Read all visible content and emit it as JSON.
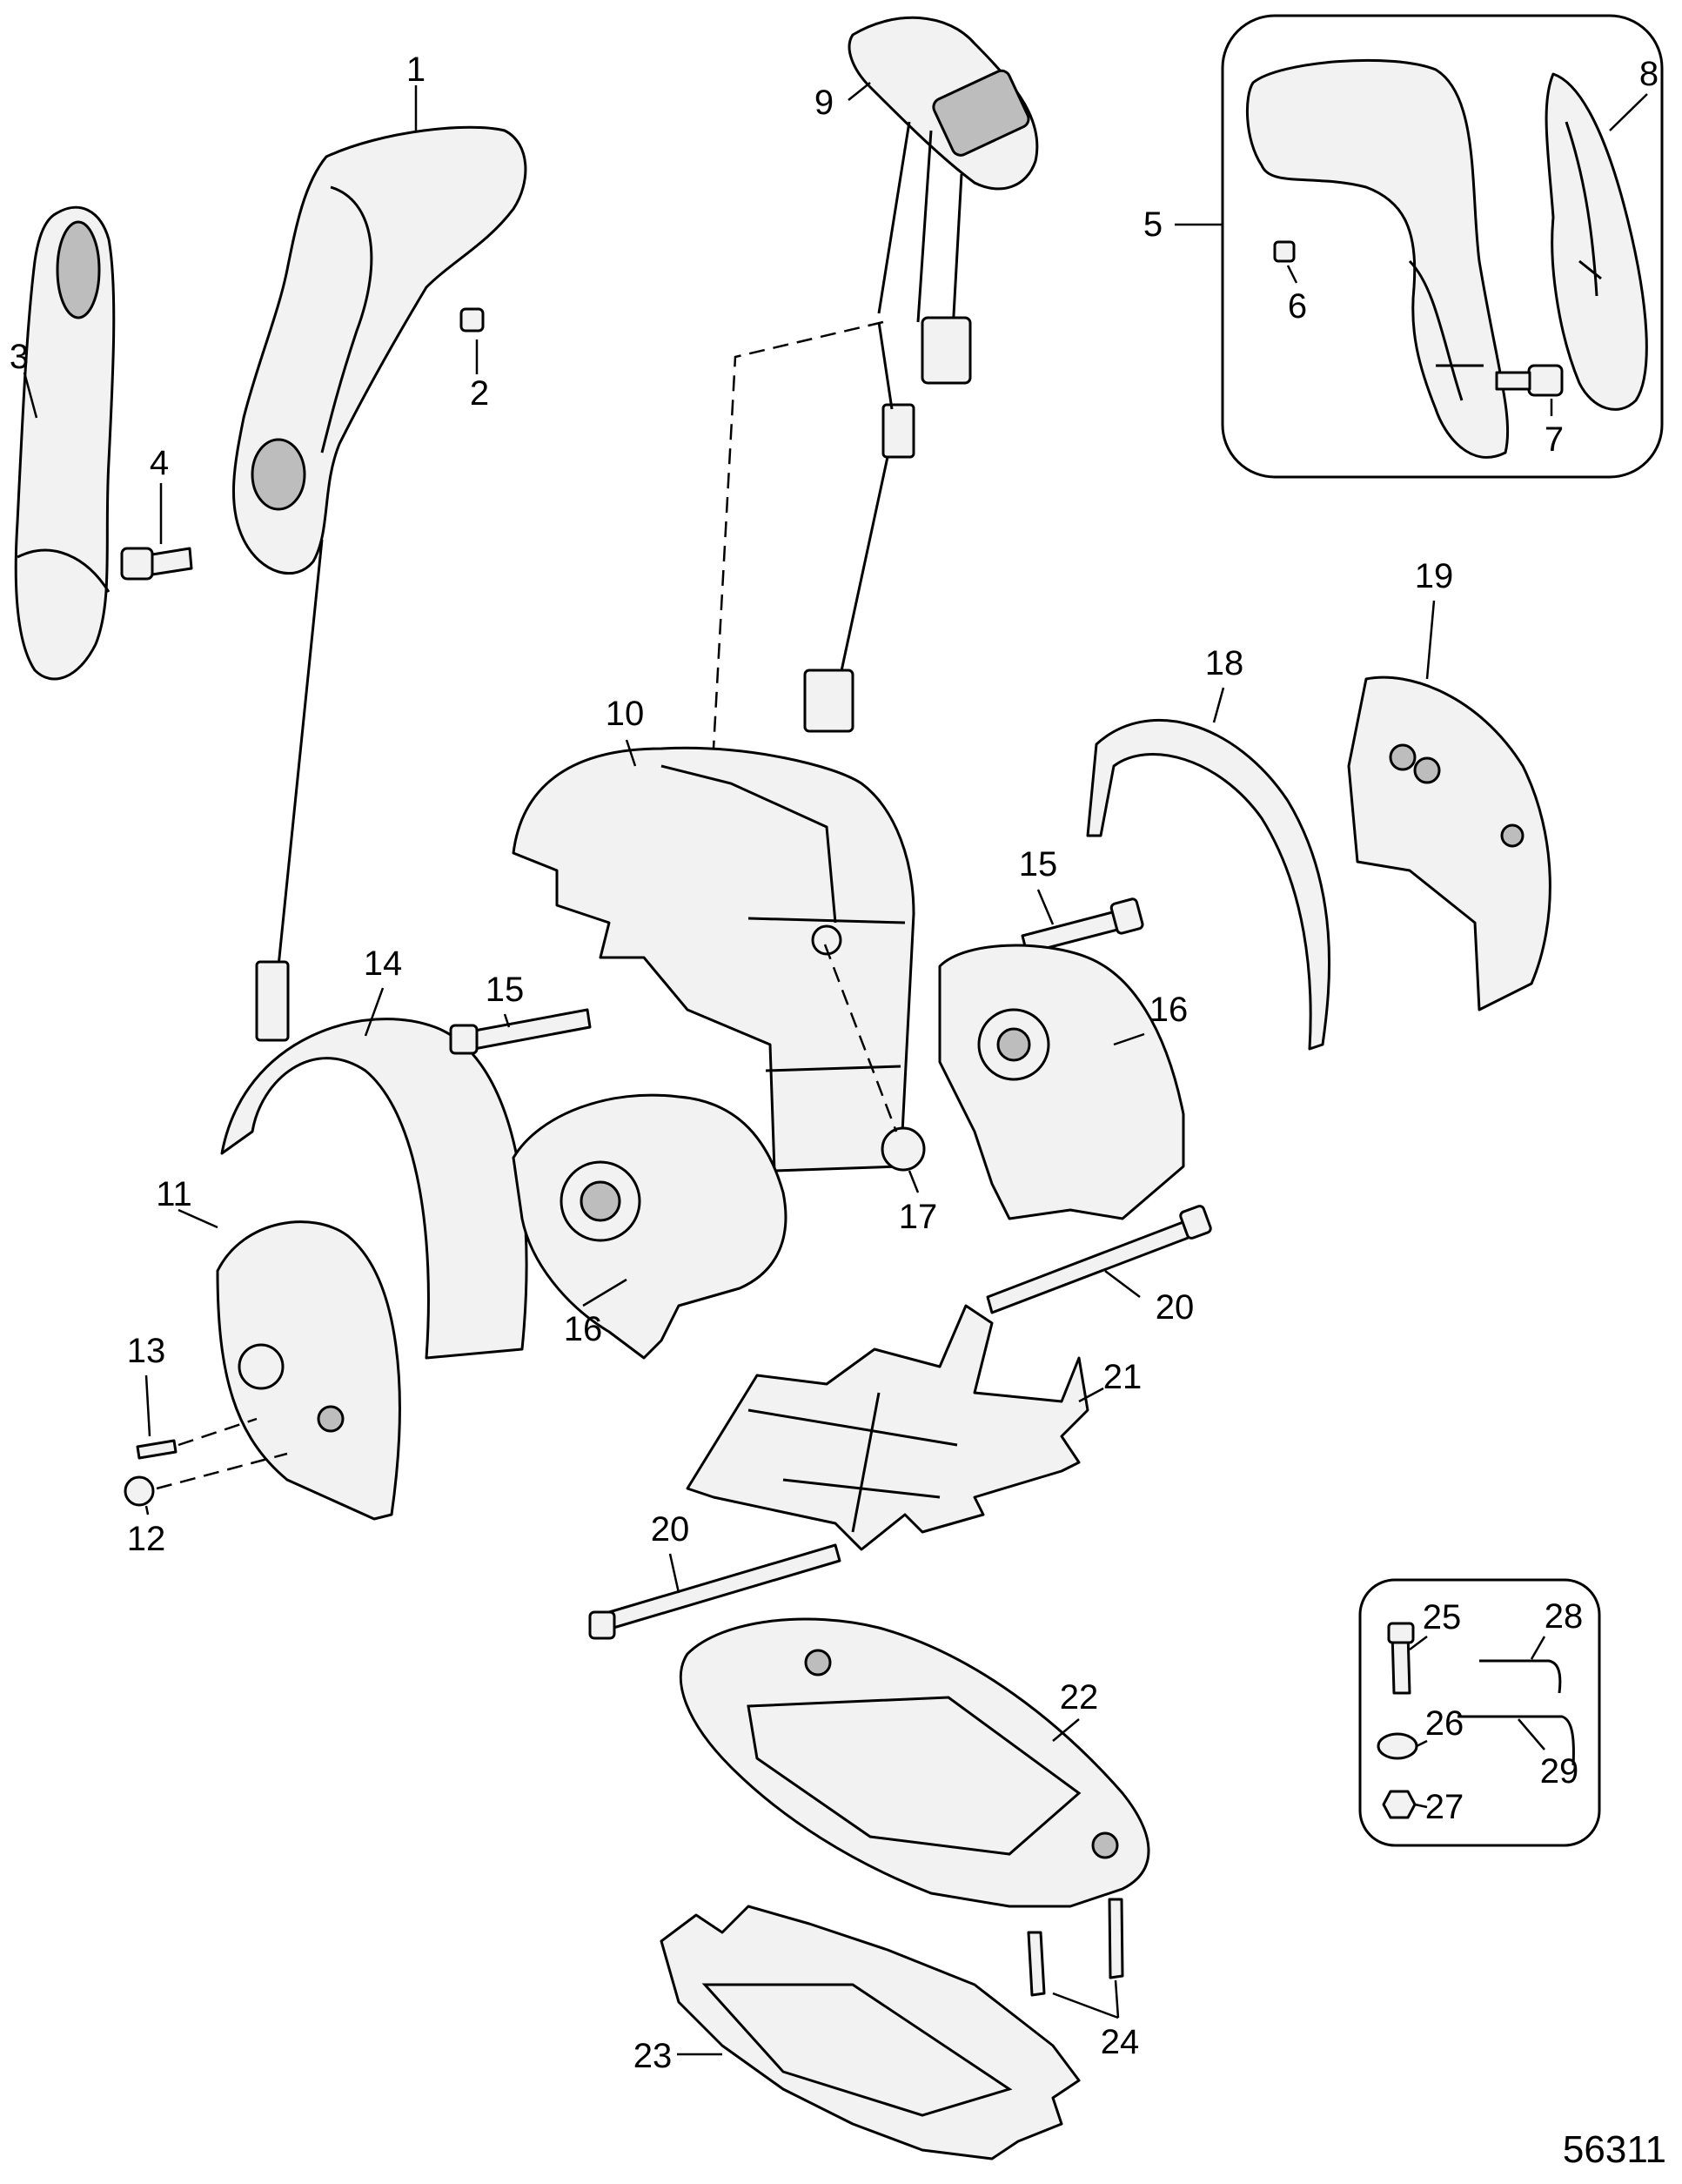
{
  "diagram": {
    "figure_id": "56311",
    "callouts": [
      {
        "id": "c1",
        "label": "1"
      },
      {
        "id": "c2",
        "label": "2"
      },
      {
        "id": "c3",
        "label": "3"
      },
      {
        "id": "c4",
        "label": "4"
      },
      {
        "id": "c5",
        "label": "5"
      },
      {
        "id": "c6",
        "label": "6"
      },
      {
        "id": "c7",
        "label": "7"
      },
      {
        "id": "c8",
        "label": "8"
      },
      {
        "id": "c9",
        "label": "9"
      },
      {
        "id": "c10",
        "label": "10"
      },
      {
        "id": "c11",
        "label": "11"
      },
      {
        "id": "c12",
        "label": "12"
      },
      {
        "id": "c13",
        "label": "13"
      },
      {
        "id": "c14",
        "label": "14"
      },
      {
        "id": "c15a",
        "label": "15"
      },
      {
        "id": "c15b",
        "label": "15"
      },
      {
        "id": "c16a",
        "label": "16"
      },
      {
        "id": "c16b",
        "label": "16"
      },
      {
        "id": "c17",
        "label": "17"
      },
      {
        "id": "c18",
        "label": "18"
      },
      {
        "id": "c19",
        "label": "19"
      },
      {
        "id": "c20a",
        "label": "20"
      },
      {
        "id": "c20b",
        "label": "20"
      },
      {
        "id": "c21",
        "label": "21"
      },
      {
        "id": "c22",
        "label": "22"
      },
      {
        "id": "c23",
        "label": "23"
      },
      {
        "id": "c24",
        "label": "24"
      },
      {
        "id": "c25",
        "label": "25"
      },
      {
        "id": "c26",
        "label": "26"
      },
      {
        "id": "c27",
        "label": "27"
      },
      {
        "id": "c28",
        "label": "28"
      },
      {
        "id": "c29",
        "label": "29"
      }
    ]
  }
}
